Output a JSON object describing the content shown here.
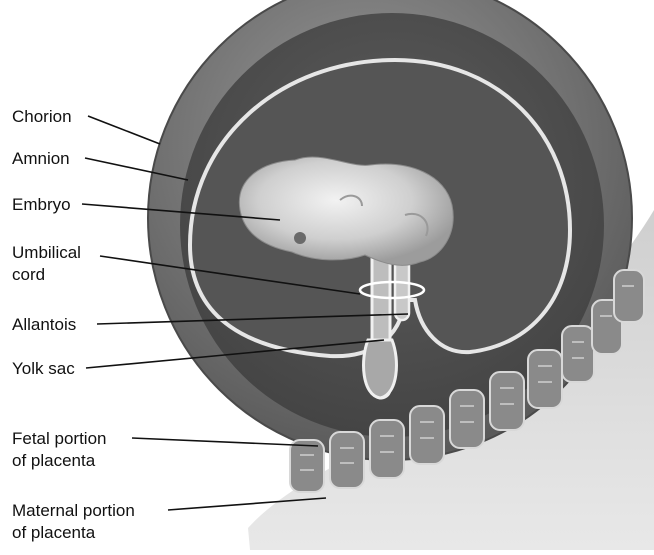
{
  "labels": {
    "chorion": "Chorion",
    "amnion": "Amnion",
    "embryo": "Embryo",
    "umbilical_cord": [
      "Umbilical",
      "cord"
    ],
    "allantois": "Allantois",
    "yolk_sac": "Yolk sac",
    "fetal_placenta": [
      "Fetal portion",
      "of placenta"
    ],
    "maternal_placenta": [
      "Maternal portion",
      "of placenta"
    ]
  }
}
